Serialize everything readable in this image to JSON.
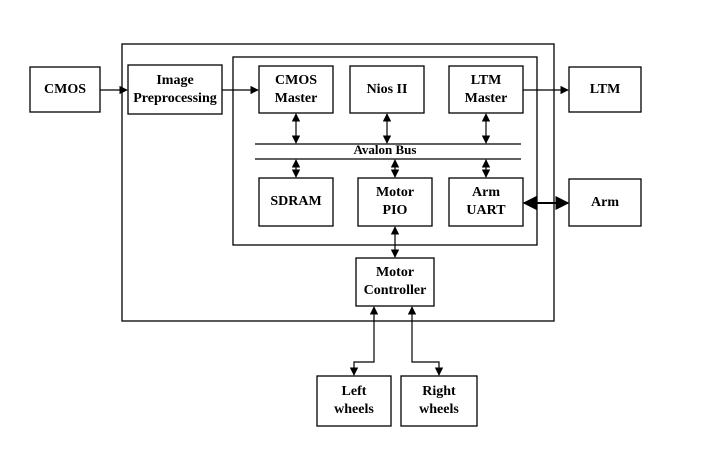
{
  "blocks": {
    "cmos_sensor": "CMOS",
    "image_preprocessing": [
      "Image",
      "Preprocessing"
    ],
    "cmos_master": [
      "CMOS",
      "Master"
    ],
    "nios_ii": "Nios II",
    "ltm_master": [
      "LTM",
      "Master"
    ],
    "ltm_display": "LTM",
    "avalon_bus": "Avalon Bus",
    "sdram": "SDRAM",
    "motor_pio": [
      "Motor",
      "PIO"
    ],
    "arm_uart": [
      "Arm",
      "UART"
    ],
    "arm": "Arm",
    "motor_controller": [
      "Motor",
      "Controller"
    ],
    "left_wheels": [
      "Left",
      "wheels"
    ],
    "right_wheels": [
      "Right",
      "wheels"
    ]
  }
}
